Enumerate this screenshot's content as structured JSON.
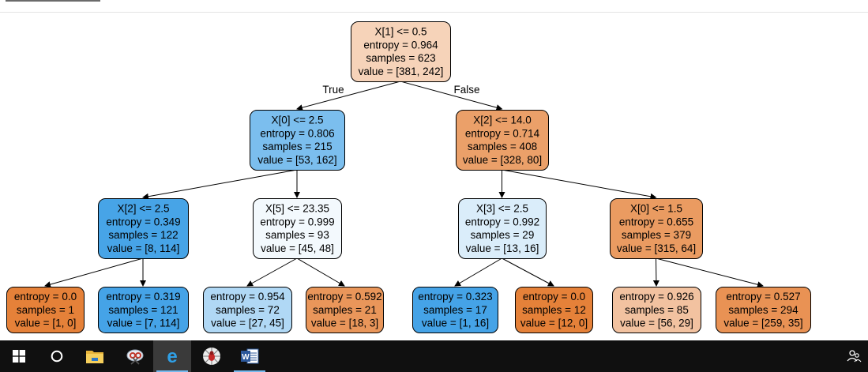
{
  "tree": {
    "nodes": [
      {
        "id": "n0",
        "lines": [
          "X[1] <= 0.5",
          "entropy = 0.964",
          "samples = 623",
          "value = [381, 242]"
        ],
        "color": "#f6d3b9"
      },
      {
        "id": "n1",
        "lines": [
          "X[0] <= 2.5",
          "entropy = 0.806",
          "samples = 215",
          "value = [53, 162]"
        ],
        "color": "#7bbeee"
      },
      {
        "id": "n2",
        "lines": [
          "X[2] <= 2.5",
          "entropy = 0.349",
          "samples = 122",
          "value = [8, 114]"
        ],
        "color": "#47a4e7"
      },
      {
        "id": "n3",
        "lines": [
          "entropy = 0.0",
          "samples = 1",
          "value = [1, 0]"
        ],
        "color": "#e58139"
      },
      {
        "id": "n4",
        "lines": [
          "entropy = 0.319",
          "samples = 121",
          "value = [7, 114]"
        ],
        "color": "#45a3e7"
      },
      {
        "id": "n5",
        "lines": [
          "X[5] <= 23.35",
          "entropy = 0.999",
          "samples = 93",
          "value = [45, 48]"
        ],
        "color": "#f3f9fd"
      },
      {
        "id": "n6",
        "lines": [
          "entropy = 0.954",
          "samples = 72",
          "value = [27, 45]"
        ],
        "color": "#b0d8f5"
      },
      {
        "id": "n7",
        "lines": [
          "entropy = 0.592",
          "samples = 21",
          "value = [18, 3]"
        ],
        "color": "#e9965a"
      },
      {
        "id": "n8",
        "lines": [
          "X[2] <= 14.0",
          "entropy = 0.714",
          "samples = 408",
          "value = [328, 80]"
        ],
        "color": "#eba069"
      },
      {
        "id": "n9",
        "lines": [
          "X[3] <= 2.5",
          "entropy = 0.992",
          "samples = 29",
          "value = [13, 16]"
        ],
        "color": "#daedfa"
      },
      {
        "id": "n10",
        "lines": [
          "entropy = 0.323",
          "samples = 17",
          "value = [1, 16]"
        ],
        "color": "#45a3e7"
      },
      {
        "id": "n11",
        "lines": [
          "entropy = 0.0",
          "samples = 12",
          "value = [12, 0]"
        ],
        "color": "#e58139"
      },
      {
        "id": "n12",
        "lines": [
          "X[0] <= 1.5",
          "entropy = 0.655",
          "samples = 379",
          "value = [315, 64]"
        ],
        "color": "#ea9b61"
      },
      {
        "id": "n13",
        "lines": [
          "entropy = 0.926",
          "samples = 85",
          "value = [56, 29]"
        ],
        "color": "#f2c2a0"
      },
      {
        "id": "n14",
        "lines": [
          "entropy = 0.527",
          "samples = 294",
          "value = [259, 35]"
        ],
        "color": "#e99254"
      }
    ],
    "edges": [
      {
        "from": "n0",
        "to": "n1",
        "label": "True"
      },
      {
        "from": "n0",
        "to": "n8",
        "label": "False"
      },
      {
        "from": "n1",
        "to": "n2",
        "label": ""
      },
      {
        "from": "n1",
        "to": "n5",
        "label": ""
      },
      {
        "from": "n2",
        "to": "n3",
        "label": ""
      },
      {
        "from": "n2",
        "to": "n4",
        "label": ""
      },
      {
        "from": "n5",
        "to": "n6",
        "label": ""
      },
      {
        "from": "n5",
        "to": "n7",
        "label": ""
      },
      {
        "from": "n8",
        "to": "n9",
        "label": ""
      },
      {
        "from": "n8",
        "to": "n12",
        "label": ""
      },
      {
        "from": "n9",
        "to": "n10",
        "label": ""
      },
      {
        "from": "n9",
        "to": "n11",
        "label": ""
      },
      {
        "from": "n12",
        "to": "n13",
        "label": ""
      },
      {
        "from": "n12",
        "to": "n14",
        "label": ""
      }
    ]
  },
  "taskbar": {
    "items": [
      {
        "name": "start-button",
        "icon": "windows-logo-icon",
        "active": false,
        "running": false
      },
      {
        "name": "cortana-search-button",
        "icon": "cortana-circle-icon",
        "active": false,
        "running": false
      },
      {
        "name": "file-explorer-button",
        "icon": "folder-icon",
        "active": false,
        "running": false
      },
      {
        "name": "snipping-tool-button",
        "icon": "snipping-tool-icon",
        "active": false,
        "running": false
      },
      {
        "name": "edge-button",
        "icon": "edge-icon",
        "active": true,
        "running": true
      },
      {
        "name": "spider-app-button",
        "icon": "spider-icon",
        "active": false,
        "running": false
      },
      {
        "name": "word-button",
        "icon": "word-icon",
        "active": false,
        "running": true
      }
    ],
    "tray_icon": "people-icon",
    "colors": {
      "background": "#101010",
      "accent": "#76b9ed"
    }
  }
}
